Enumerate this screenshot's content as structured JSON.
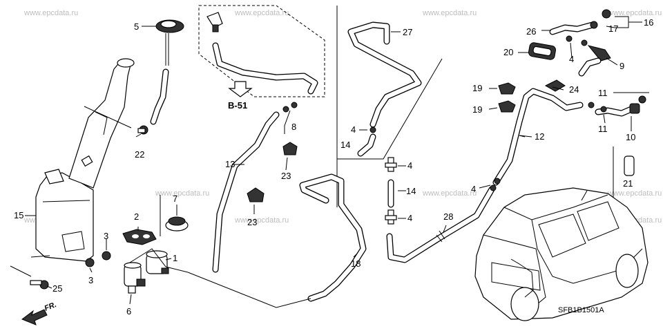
{
  "watermarks": {
    "text": "www.epcdata.ru",
    "instances": 10
  },
  "callouts": {
    "p1": "1",
    "p2": "2",
    "p3a": "3",
    "p3b": "3",
    "p4a": "4",
    "p4b": "4",
    "p4c": "4",
    "p4d": "4",
    "p4e": "4",
    "p5": "5",
    "p6": "6",
    "p7": "7",
    "p8": "8",
    "p9": "9",
    "p10": "10",
    "p11a": "11",
    "p11b": "11",
    "p12": "12",
    "p13": "13",
    "p14a": "14",
    "p14b": "14",
    "p15": "15",
    "p16": "16",
    "p17": "17",
    "p18": "18",
    "p19a": "19",
    "p19b": "19",
    "p20": "20",
    "p21": "21",
    "p22": "22",
    "p23a": "23",
    "p23b": "23",
    "p24": "24",
    "p25": "25",
    "p26": "26",
    "p27": "27",
    "p28": "28"
  },
  "reference": "B-51",
  "front_label": "FR.",
  "diagram_code": "SFB1B1501A"
}
